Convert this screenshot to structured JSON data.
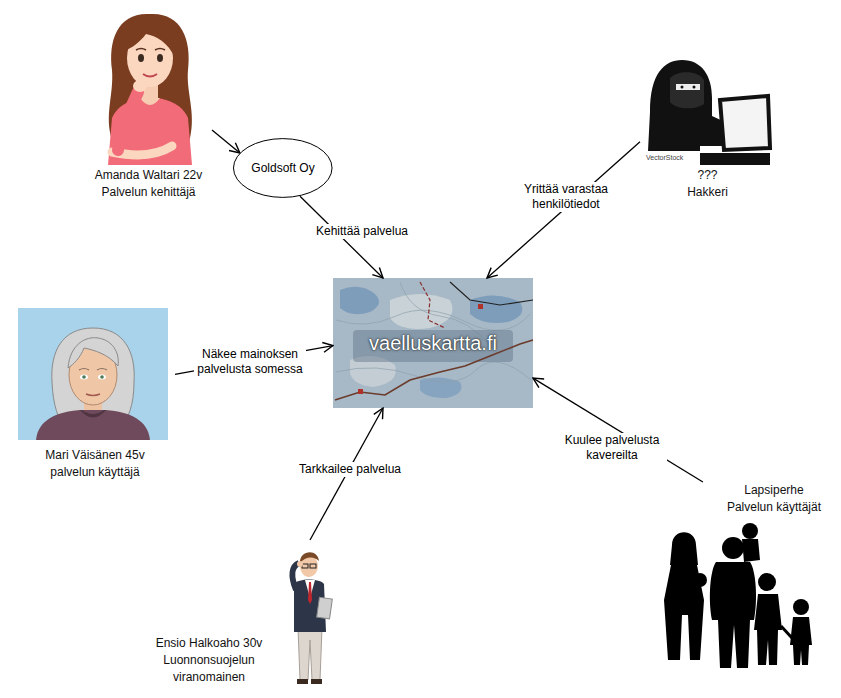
{
  "diagram": {
    "nodes": [
      {
        "text": [
          "Amanda Waltari 22v",
          "Palvelun kehittäjä"
        ]
      },
      {
        "text": [
          "Goldsoft Oy"
        ]
      },
      {
        "text": [
          "???",
          "Hakkeri"
        ]
      },
      {
        "text": [
          "vaelluskartta.fi"
        ]
      },
      {
        "text": [
          "Mari Väisänen 45v",
          "palvelun käyttäjä"
        ]
      },
      {
        "text": [
          "Lapsiperhe",
          "Palvelun käyttäjät"
        ]
      },
      {
        "text": [
          "Ensio Halkoaho 30v",
          "Luonnonsuojelun viranomainen"
        ]
      }
    ],
    "edges": [
      {
        "from": 0,
        "to": 1,
        "arrow": "to"
      },
      {
        "from": 1,
        "to": 3,
        "label": "Kehittää palvelua",
        "arrow": "to"
      },
      {
        "from": 2,
        "to": 3,
        "label": "Yrittää varastaa henkilötiedot",
        "arrow": "to"
      },
      {
        "from": 4,
        "to": 3,
        "label": "Näkee mainoksen palvelusta somessa",
        "arrow": "to"
      },
      {
        "from": 6,
        "to": 3,
        "label": "Tarkkailee palvelua",
        "arrow": "to"
      },
      {
        "from": 5,
        "to": 3,
        "label": "Kuulee palvelusta kavereilta",
        "arrow": "to"
      }
    ],
    "labels": [
      "VectorStock"
    ]
  }
}
